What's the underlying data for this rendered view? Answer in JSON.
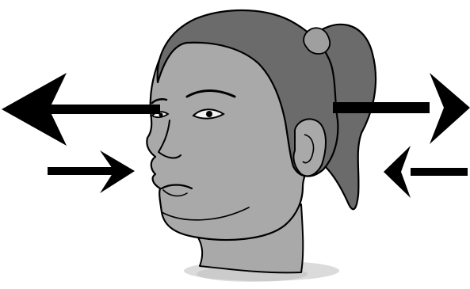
{
  "illustration": {
    "subject": "head-profile-with-ponytail",
    "colors": {
      "background": "#ffffff",
      "skin": "#a9a9a9",
      "hair": "#6b6b6b",
      "hair_tie": "#9f9f9f",
      "outline": "#000000",
      "arrow": "#000000",
      "neck_shadow": "#b9b9b9"
    },
    "arrows": [
      {
        "name": "arrow-upper-left",
        "direction": "left"
      },
      {
        "name": "arrow-lower-left",
        "direction": "right"
      },
      {
        "name": "arrow-upper-right",
        "direction": "right"
      },
      {
        "name": "arrow-lower-right",
        "direction": "left"
      }
    ]
  }
}
